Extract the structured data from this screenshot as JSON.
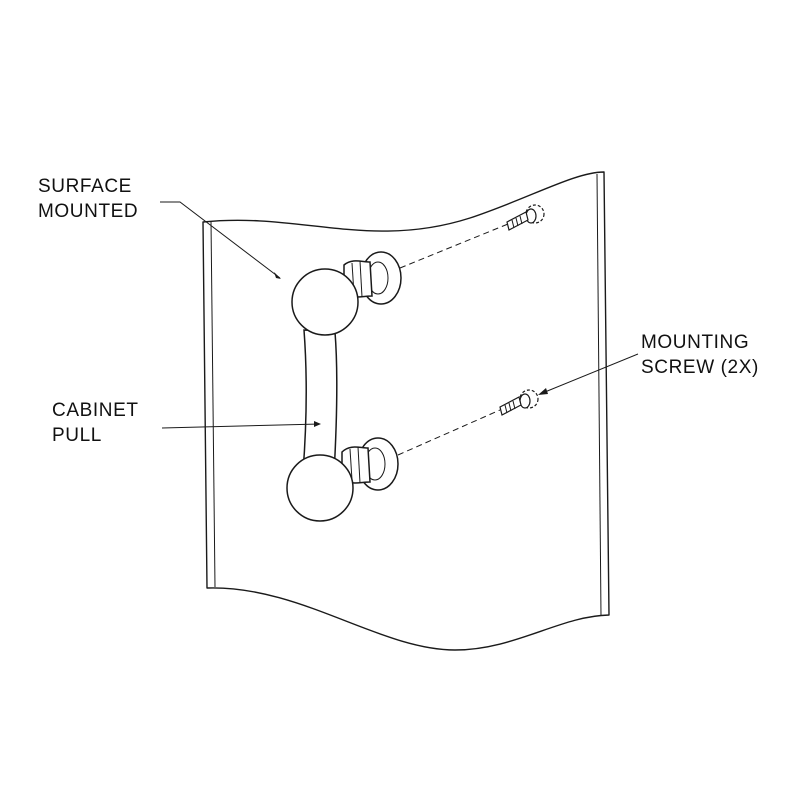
{
  "labels": {
    "surface_mounted": [
      "SURFACE",
      "MOUNTED"
    ],
    "cabinet_pull": [
      "CABINET",
      "PULL"
    ],
    "mounting_screw": [
      "MOUNTING",
      "SCREW (2X)"
    ]
  },
  "colors": {
    "line": "#1a1a1a",
    "text": "#111111",
    "background": "#ffffff"
  }
}
